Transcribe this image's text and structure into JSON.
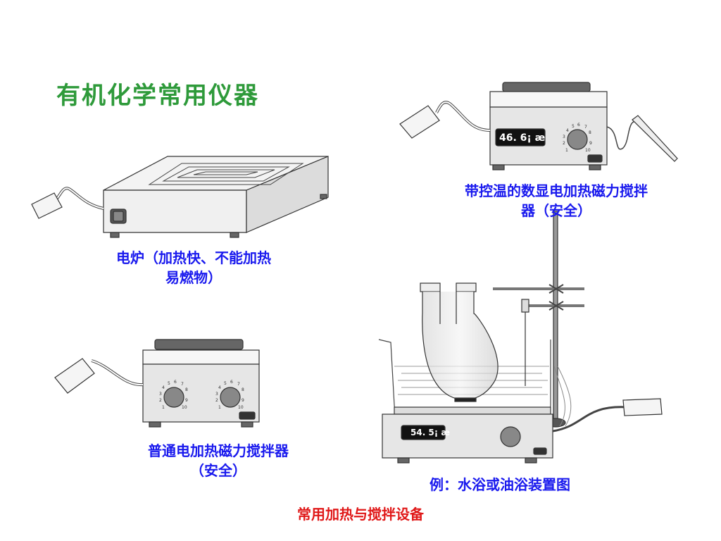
{
  "title": "有机化学常用仪器",
  "captions": {
    "stove_line1": "电炉（加热快、不能加热",
    "stove_line2": "易燃物）",
    "digital_line1": "带控温的数显电加热磁力搅拌",
    "digital_line2": "器（安全）",
    "stirrer_line1": "普通电加热磁力搅拌器",
    "stirrer_line2": "（安全）",
    "bath": "例：水浴或油浴装置图",
    "footer": "常用加热与搅拌设备"
  },
  "displays": {
    "digital_reading": "46. 6¡ æ",
    "bath_reading": "54. 5¡ æ"
  },
  "dial_labels": [
    "1",
    "2",
    "3",
    "4",
    "5",
    "6",
    "7",
    "8",
    "9",
    "10"
  ],
  "colors": {
    "title": "#2e9a3a",
    "caption": "#1a1aee",
    "footer": "#e01818"
  }
}
